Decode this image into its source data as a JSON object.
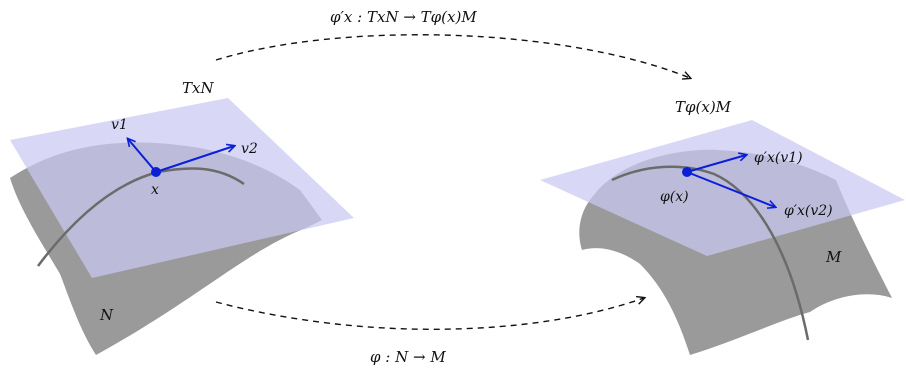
{
  "colors": {
    "surface": "#9a9a9a",
    "tangent_plane": "#c9c9f2",
    "vector": "#0a1fd6",
    "point": "#0a1fd6",
    "curve": "#6b6b6b",
    "arrow": "#111111"
  },
  "labels": {
    "top_arrow": "φ′x : TxN → Tφ(x)M",
    "bottom_arrow": "φ : N → M",
    "left_tangent_space": "TxN",
    "right_tangent_space": "Tφ(x)M",
    "left_point": "x",
    "right_point": "φ(x)",
    "left_manifold": "N",
    "right_manifold": "M",
    "v1": "v1",
    "v2": "v2",
    "pushed_v1": "φ′x(v1)",
    "pushed_v2": "φ′x(v2)"
  }
}
